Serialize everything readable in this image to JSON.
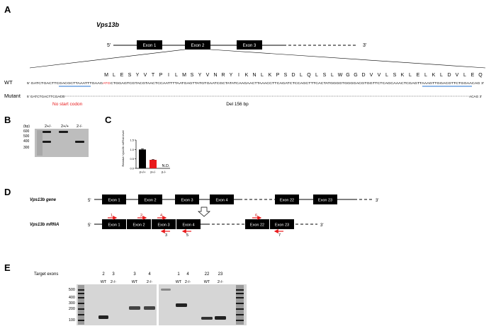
{
  "panels": {
    "a": "A",
    "b": "B",
    "c": "C",
    "d": "D",
    "e": "E"
  },
  "a": {
    "gene": "Vps13b",
    "five": "5'",
    "three": "3'",
    "exons": [
      "Exon 1",
      "Exon 2",
      "Exon 3"
    ],
    "wt_label": "WT",
    "mutant_label": "Mutant",
    "aa": [
      "M",
      "L",
      "E",
      "S",
      "Y",
      "V",
      "T",
      "P",
      "I",
      "L",
      "M",
      "S",
      "Y",
      "V",
      "N",
      "R",
      "Y",
      "I",
      "K",
      "N",
      "L",
      "K",
      "P",
      "S",
      "D",
      "L",
      "Q",
      "L",
      "S",
      "L",
      "W",
      "G",
      "G",
      "D",
      "V",
      "V",
      "L",
      "S",
      "K",
      "L",
      "E",
      "L",
      "K",
      "L",
      "D",
      "V",
      "L",
      "E",
      "Q"
    ],
    "wt_seq_start": "5' GATCTGACTTCGA",
    "wt_seq_underlined1": "CGCTTAAATTTGAAG",
    "wt_seq_atg": "ATG",
    "wt_seq_mid": "CTGGAGTCGTACGTAACTCCAATTTTAATGAGTTATGTGAATCGCTATATCAAGAACTTAAACCTTCAGATCTCCAGCTTTCACTATGGGGTGGGGACGTGGTTCTCAGCAAACTC",
    "wt_seq_underlined2": "GAGTTAAAGTTGGACGTTCTGGA",
    "wt_seq_end": "ACAG 3'",
    "mut_seq_start": "5' GATCTGACTTCGACG",
    "mut_seq_end": "ACAG 3'",
    "no_start": "No start codon",
    "deletion": "Del 156 bp"
  },
  "b": {
    "bp_label": "(bp)",
    "ladder": [
      "600",
      "500",
      "400",
      "300"
    ],
    "lanes": [
      "2+/-",
      "2+/+",
      "2-/-"
    ]
  },
  "c": {
    "ylabel": "Relative Vps13b mRNA level",
    "nd": "N.D."
  },
  "d": {
    "gene_label": "Vps13b gene",
    "mrna_label": "Vps13b mRNA",
    "five": "5'",
    "three": "3'",
    "gene_exons": [
      "Exon 1",
      "Exon 2",
      "Exon 3",
      "Exon 4",
      "Exon 22",
      "Exon 23"
    ],
    "mrna_exons": [
      "Exon 1",
      "Exon 2",
      "Exon 3",
      "Exon 4",
      "Exon 22",
      "Exon 23"
    ],
    "primers_fwd": [
      "1",
      "2",
      "4",
      "6"
    ],
    "primers_rev": [
      "3",
      "5",
      "7"
    ]
  },
  "e": {
    "target_label": "Target exons",
    "groups": [
      {
        "exons": [
          "2",
          "3"
        ],
        "lanes": [
          "WT",
          "2-/-"
        ]
      },
      {
        "exons": [
          "3",
          "4"
        ],
        "lanes": [
          "WT",
          "2-/-"
        ]
      },
      {
        "exons": [
          "1",
          "4"
        ],
        "lanes": [
          "WT",
          "2-/-"
        ]
      },
      {
        "exons": [
          "22",
          "23"
        ],
        "lanes": [
          "WT",
          "2-/-"
        ]
      }
    ],
    "ladder": [
      "500",
      "400",
      "300",
      "200",
      "100"
    ]
  },
  "chart_data": {
    "type": "bar",
    "categories": [
      "2+/+",
      "2+/-",
      "2-/-"
    ],
    "values": [
      1.0,
      0.45,
      0
    ],
    "errors": [
      0.04,
      0.02,
      0
    ],
    "colors": [
      "#000000",
      "#e8191b",
      "#000000"
    ],
    "title": "",
    "xlabel": "",
    "ylabel": "Relative Vps13b mRNA level",
    "ylim": [
      0,
      1.5
    ],
    "yticks": [
      "0.0",
      "0.5",
      "1.0",
      "1.5"
    ],
    "annotations": [
      "N.D."
    ],
    "grid": false
  }
}
